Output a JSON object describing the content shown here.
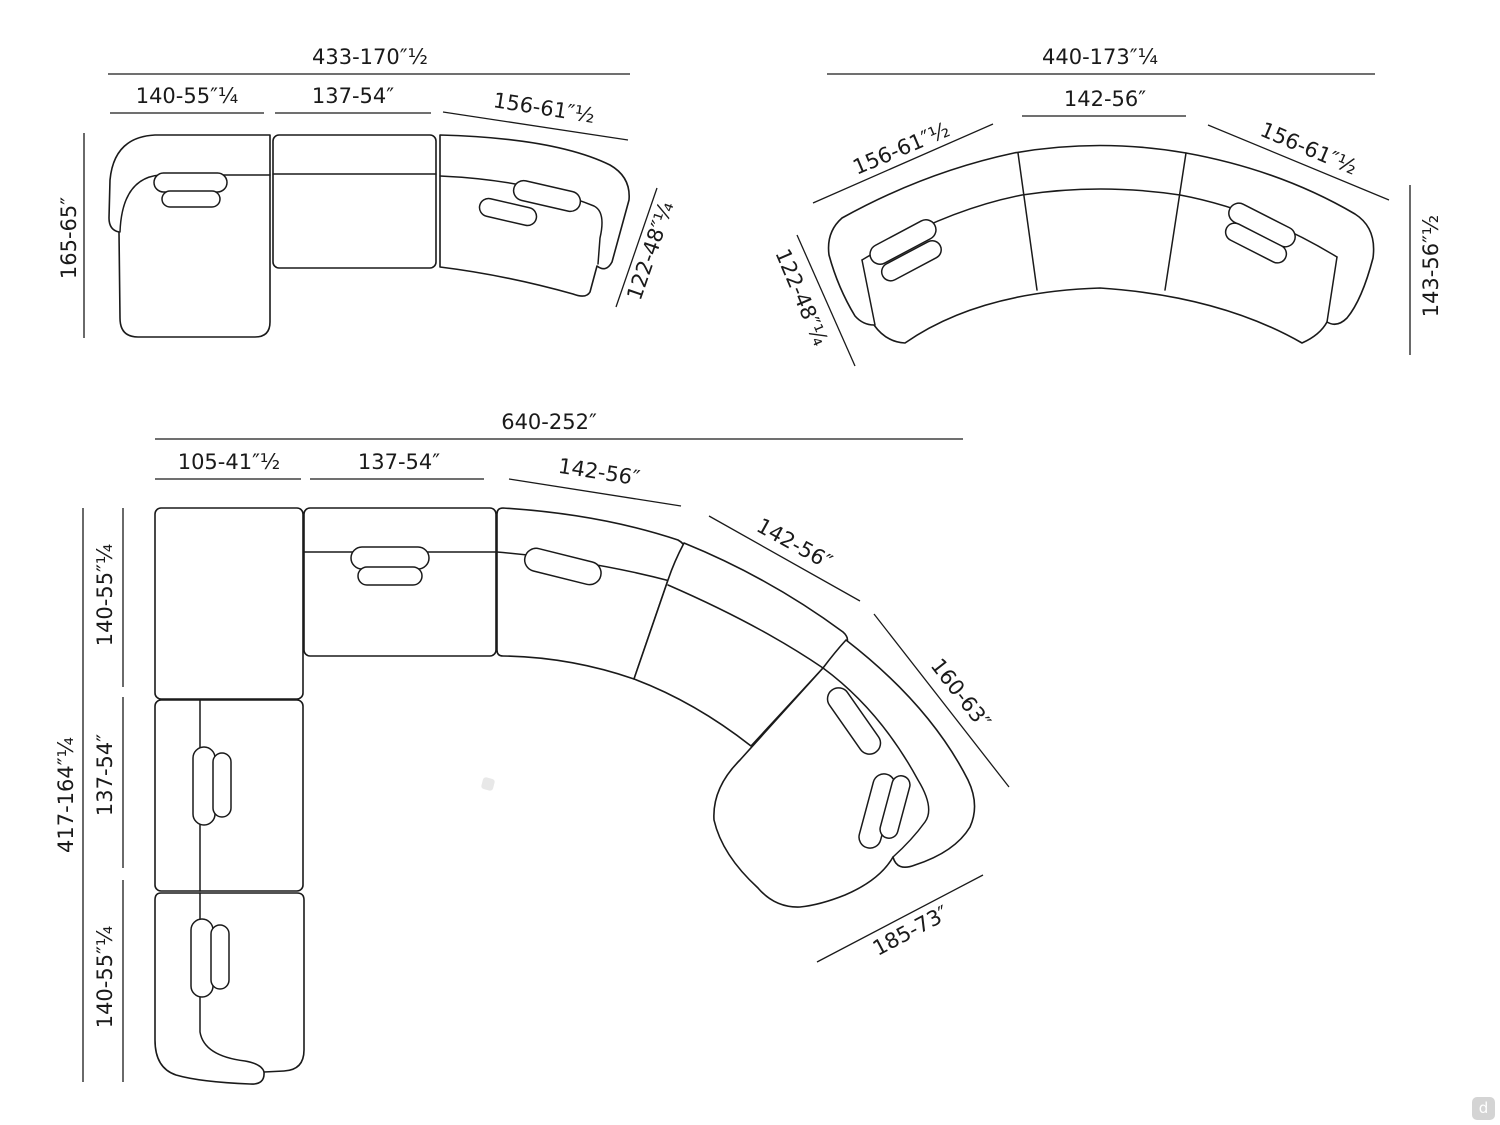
{
  "diagrams": [
    {
      "id": "sofa-top-left",
      "dimensions": {
        "overall_width": "433-170″½",
        "seg1": "140-55″¼",
        "seg2": "137-54″",
        "seg3": "156-61″½",
        "depth_left": "165-65″",
        "depth_right": "122-48″¼"
      }
    },
    {
      "id": "sofa-top-right",
      "dimensions": {
        "overall_width": "440-173″¼",
        "seg_left": "156-61″½",
        "seg_center": "142-56″",
        "seg_right": "156-61″½",
        "depth_left": "122-48″¼",
        "depth_right": "143-56″½"
      }
    },
    {
      "id": "sofa-bottom",
      "dimensions": {
        "overall_width": "640-252″",
        "top1": "105-41″½",
        "top2": "137-54″",
        "top3": "142-56″",
        "top4": "142-56″",
        "diag1": "160-63″",
        "diag2": "185-73″",
        "overall_height": "417-164″¼",
        "left1": "140-55″¼",
        "left2": "137-54″",
        "left3": "140-55″¼"
      }
    }
  ],
  "logo": {
    "glyph": "d"
  }
}
